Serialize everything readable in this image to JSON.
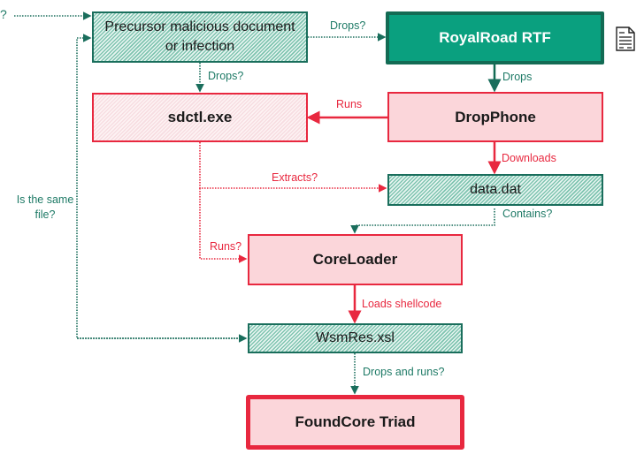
{
  "colors": {
    "green_dark": "#136b54",
    "green_fill": "#0aa07f",
    "green_text": "#1e7a66",
    "red": "#e8283f",
    "red_fill": "#fbd6da"
  },
  "nodes": {
    "precursor": "Precursor malicious document or infection",
    "royalroad": "RoyalRoad RTF",
    "sdctl": "sdctl.exe",
    "dropphone": "DropPhone",
    "datadat": "data.dat",
    "coreloader": "CoreLoader",
    "wsmres": "WsmRes.xsl",
    "foundcore": "FoundCore Triad"
  },
  "edges": {
    "unknown_source": "?",
    "precursor_to_royalroad": "Drops?",
    "royalroad_to_dropphone": "Drops",
    "precursor_to_sdctl": "Drops?",
    "dropphone_to_sdctl": "Runs",
    "dropphone_to_datadat": "Downloads",
    "sdctl_to_datadat": "Extracts?",
    "datadat_to_coreloader": "Contains?",
    "sdctl_to_coreloader": "Runs?",
    "coreloader_to_wsmres": "Loads shellcode",
    "wsmres_to_foundcore": "Drops and runs?",
    "wsmres_to_precursor": "Is the same file?"
  },
  "icons": {
    "document": "document-icon"
  }
}
